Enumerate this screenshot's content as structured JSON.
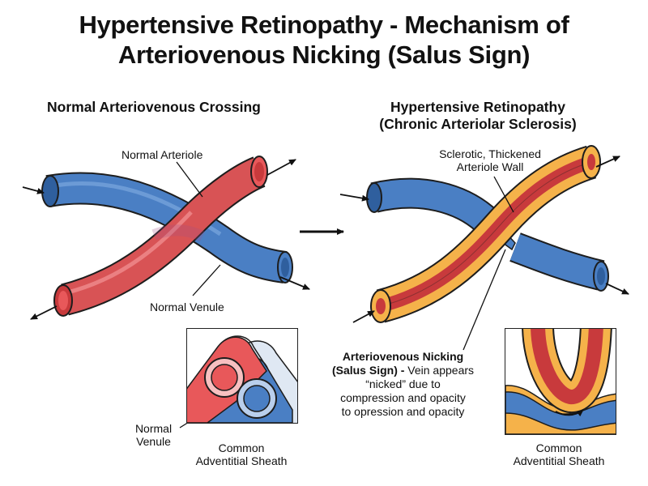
{
  "title": {
    "line1": "Hypertensive Retinopathy - Mechanism of",
    "line2": "Arteriovenous Nicking (Salus Sign)"
  },
  "left_panel": {
    "heading": "Normal Arteriovenous Crossing",
    "arteriole_label": "Normal Arteriole",
    "venule_label": "Normal Venule",
    "inset_venule_label_line1": "Normal",
    "inset_venule_label_line2": "Venule",
    "inset_sheath_label_line1": "Common",
    "inset_sheath_label_line2": "Adventitial Sheath"
  },
  "right_panel": {
    "heading_line1": "Hypertensive Retinopathy",
    "heading_line2": "(Chronic Arteriolar Sclerosis)",
    "wall_label_line1": "Sclerotic, Thickened",
    "wall_label_line2": "Arteriole Wall",
    "nicking_title_line1": "Arteriovenous Nicking",
    "nicking_title_line2": "(Salus Sign) -",
    "nicking_text_line2": " Vein appears",
    "nicking_text_line3": "“nicked” due to",
    "nicking_text_line4": "compression and opacity",
    "nicking_text_line5": "to opression and opacity",
    "inset_sheath_label_line1": "Common",
    "inset_sheath_label_line2": "Adventitial Sheath"
  },
  "colors": {
    "artery": "#e8585a",
    "artery_dark": "#c83a3c",
    "vein": "#4a7fc4",
    "vein_dark": "#2f5f9e",
    "sclerotic_wall": "#f5b24a",
    "outline": "#1d1d1d"
  }
}
